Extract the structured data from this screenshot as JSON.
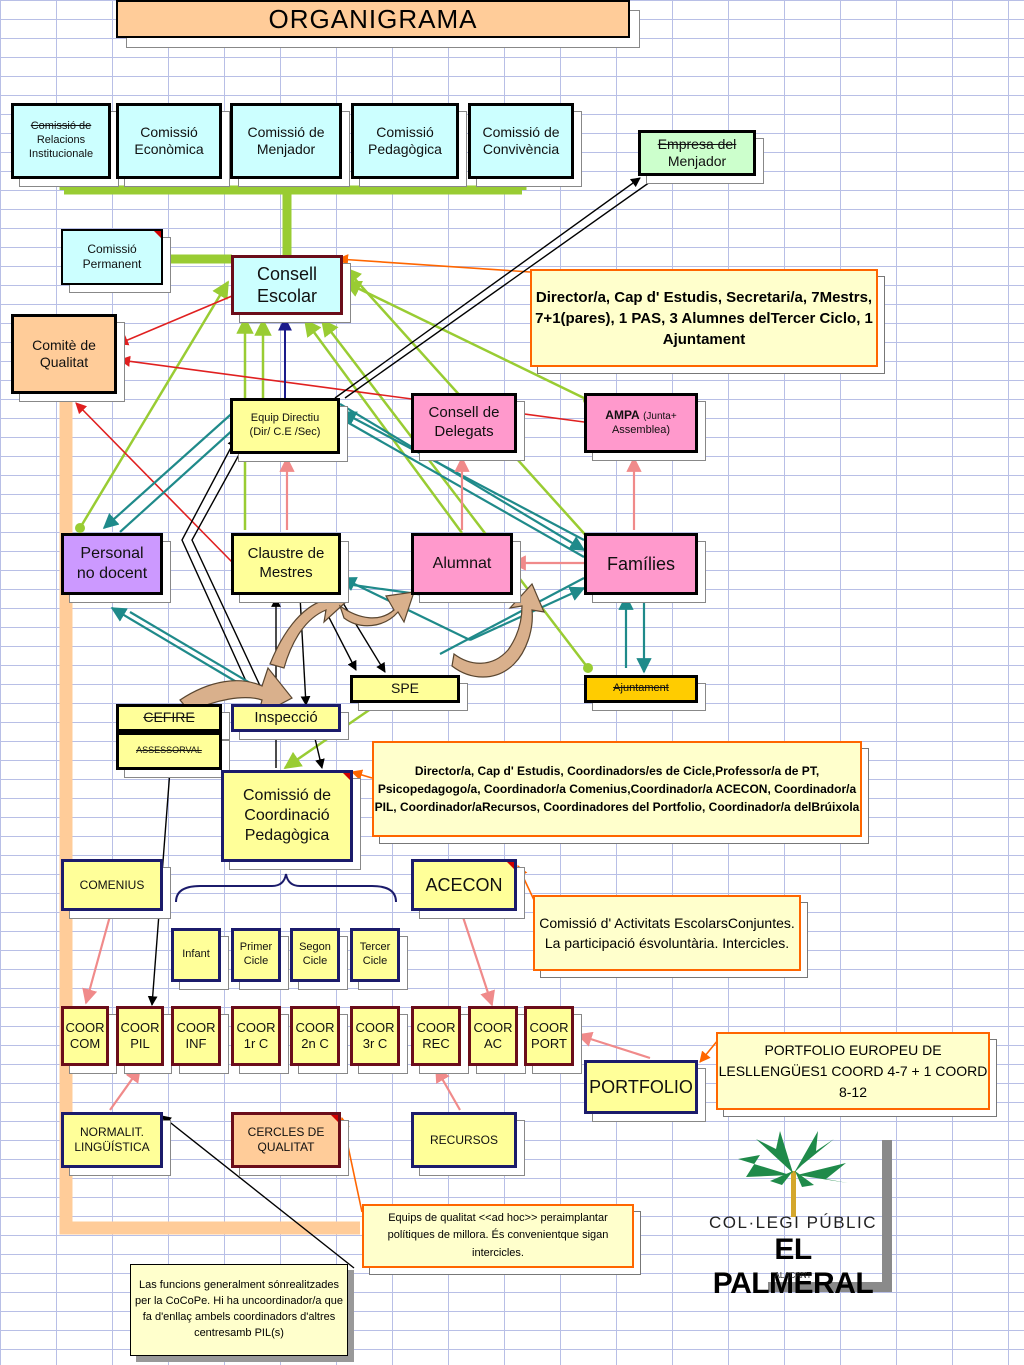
{
  "title": "ORGANIGRAMA",
  "commissions": {
    "relacions": [
      "Comissió de",
      "Relacions",
      "Institucionale"
    ],
    "economica": [
      "Comissió",
      "Econòmica"
    ],
    "menjador": [
      "Comissió de",
      "Menjador"
    ],
    "pedagogica": [
      "Comissió",
      "Pedagògica"
    ],
    "convivencia": [
      "Comissió de",
      "Convivència"
    ],
    "permanent": [
      "Comissió",
      "Permanent"
    ]
  },
  "empresa": [
    "Empresa del",
    "Menjador"
  ],
  "consell_escolar": [
    "Consell",
    "Escolar"
  ],
  "comite_qualitat": [
    "Comitè de",
    "Qualitat"
  ],
  "consell_note": [
    "Director/a, Cap d' Estudis, Secretari/a,  7",
    "Mestrs, 7+1(pares), 1 PAS, 3 Alumnes del",
    "Tercer Ciclo, 1 Ajuntament"
  ],
  "equip_directiu": [
    "Equip Directiu",
    "(Dir/ C.E /Sec)"
  ],
  "consell_delegats": [
    "Consell de",
    "Delegats"
  ],
  "ampa": {
    "name": "AMPA",
    "detail": "(Junta+",
    "detail2": "Assemblea)"
  },
  "personal": [
    "Personal",
    "no docent"
  ],
  "claustre": [
    "Claustre de",
    "Mestres"
  ],
  "alumnat": "Alumnat",
  "families": "Famílies",
  "spe": "SPE",
  "ajuntament": "Ajuntament",
  "cefire": "CEFIRE",
  "assessorval": "ASSESSORVAL",
  "inspeccio": "Inspecció",
  "ccp": [
    "Comissió de",
    "Coordinació",
    "Pedagògica"
  ],
  "ccp_note": [
    "Director/a, Cap d' Estudis, Coordinadors/es de Cicle,",
    "Professor/a de PT, Psicopedagogo/a, Coordinador/a Comenius,",
    "Coordinador/a ACECON, Coordinador/a PIL, Coordinador/a",
    "Recursos, Coordinadores del Portfolio, Coordinador/a del",
    "Brúixola"
  ],
  "comenius": "COMENIUS",
  "acecon": "ACECON",
  "acecon_note": [
    "Comissió d' Activitats Escolars",
    "Conjuntes. La participació és",
    "voluntària. Intercicles."
  ],
  "cycles": [
    {
      "l1": "Infant",
      "l2": ""
    },
    {
      "l1": "Primer",
      "l2": "Cicle"
    },
    {
      "l1": "Segon",
      "l2": "Cicle"
    },
    {
      "l1": "Tercer",
      "l2": "Cicle"
    }
  ],
  "coords": [
    {
      "l1": "COOR",
      "l2": "COM"
    },
    {
      "l1": "COOR",
      "l2": "PIL"
    },
    {
      "l1": "COOR",
      "l2": "INF"
    },
    {
      "l1": "COOR",
      "l2": "1r C"
    },
    {
      "l1": "COOR",
      "l2": "2n C"
    },
    {
      "l1": "COOR",
      "l2": "3r C"
    },
    {
      "l1": "COOR",
      "l2": "REC"
    },
    {
      "l1": "COOR",
      "l2": "AC"
    },
    {
      "l1": "COOR",
      "l2": "PORT"
    }
  ],
  "portfolio": "PORTFOLIO",
  "portfolio_note": [
    "PORTFOLIO EUROPEU DE LES",
    "LLENGÜES",
    "1 COORD 4-7 + 1 COORD 8-12"
  ],
  "normalit": [
    "NORMALIT.",
    "LINGÜÍSTICA"
  ],
  "cercles": [
    "CERCLES DE",
    "QUALITAT"
  ],
  "recursos": "RECURSOS",
  "qualitat_note": [
    "Equips de qualitat <<ad hoc>> pera",
    "implantar polítiques de millora. És convenient",
    "que sigan intercicles."
  ],
  "pil_note": [
    "Las funcions generalment són",
    "realitzades per la CoCoPe. Hi ha un",
    "coordinador/a que fa d'enllaç amb",
    "els coordinadors d'altres centres",
    "amb PIL(s)"
  ],
  "logo": {
    "line1": "COL·LEGI PÚBLIC",
    "line2": "EL PALMERAL",
    "line3": "ALACANT"
  },
  "colors": {
    "lime": "#99cc33",
    "teal": "#1f8a8a",
    "red": "#e02020",
    "navy": "#1b1b8b",
    "salmon": "#f08a8a",
    "peach_band": "#ffcc99",
    "arrow_tan": "#d9b08c"
  }
}
